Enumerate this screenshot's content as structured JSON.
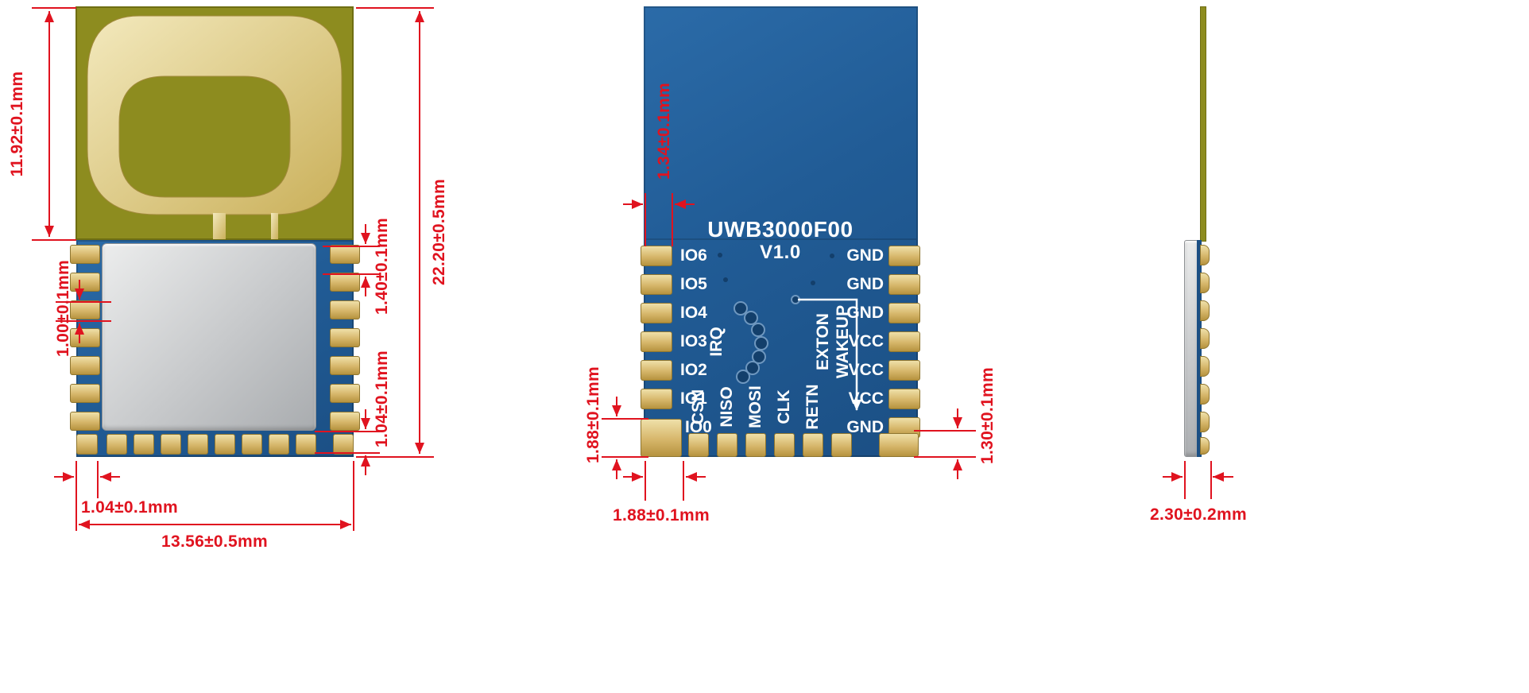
{
  "colors": {
    "dimension_red": "#e0131f",
    "pcb_blue": "#215c96",
    "antenna_olive": "#8d8c1f",
    "pad_gold": "#d6b66a",
    "shield_silver": "#c7c9cb",
    "label_white": "#ffffff"
  },
  "front_view": {
    "dims": {
      "antenna_height": "11.92±0.1mm",
      "pad_height": "1.00±0.1mm",
      "pad_pitch": "1.40±0.1mm",
      "total_height": "22.20±0.5mm",
      "bottom_pad_height": "1.04±0.1mm",
      "corner_pad_width": "1.04±0.1mm",
      "total_width": "13.56±0.5mm"
    }
  },
  "back_view": {
    "title": "UWB3000F00",
    "version": "V1.0",
    "left_pins": [
      "IO6",
      "IO5",
      "IO4",
      "IO3",
      "IO2",
      "IO1",
      "IO0"
    ],
    "right_pins": [
      "GND",
      "GND",
      "GND",
      "VCC",
      "VCC",
      "VCC",
      "GND"
    ],
    "bottom_pins": [
      "CSN",
      "NISO",
      "MOSI",
      "CLK",
      "RETN"
    ],
    "irq_label": "IRQ",
    "exton_label": "EXTON",
    "wakeup_label": "WAKEUP",
    "dims": {
      "pad_inset": "1.34±0.1mm",
      "corner_pad_height": "1.88±0.1mm",
      "corner_pad_width": "1.88±0.1mm",
      "right_corner_pad_height": "1.30±0.1mm"
    }
  },
  "side_view": {
    "dims": {
      "thickness": "2.30±0.2mm"
    }
  }
}
